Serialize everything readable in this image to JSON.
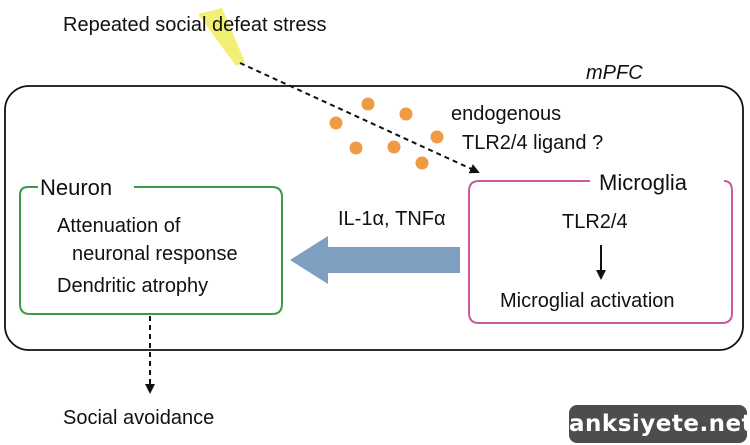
{
  "stress": {
    "label": "Repeated social defeat stress"
  },
  "region": {
    "label": "mPFC"
  },
  "ligand": {
    "line1": "endogenous",
    "line2": "TLR2/4 ligand ?"
  },
  "neuron": {
    "title": "Neuron",
    "line1": "Attenuation of",
    "line2": "neuronal response",
    "line3": "Dendritic atrophy"
  },
  "microglia": {
    "title": "Microglia",
    "receptor": "TLR2/4",
    "activation": "Microglial activation"
  },
  "cytokines": {
    "label": "IL-1α, TNFα"
  },
  "outcome": {
    "label": "Social avoidance"
  },
  "watermark": {
    "text": "anksiyete.net"
  },
  "colors": {
    "neuron_box": "#3a9a4a",
    "microglia_box": "#cc5a9a",
    "ligand_dots": "#ef9a45",
    "cytokine_arrow": "#7f9fc0",
    "stress_beam": "#f1f075"
  }
}
